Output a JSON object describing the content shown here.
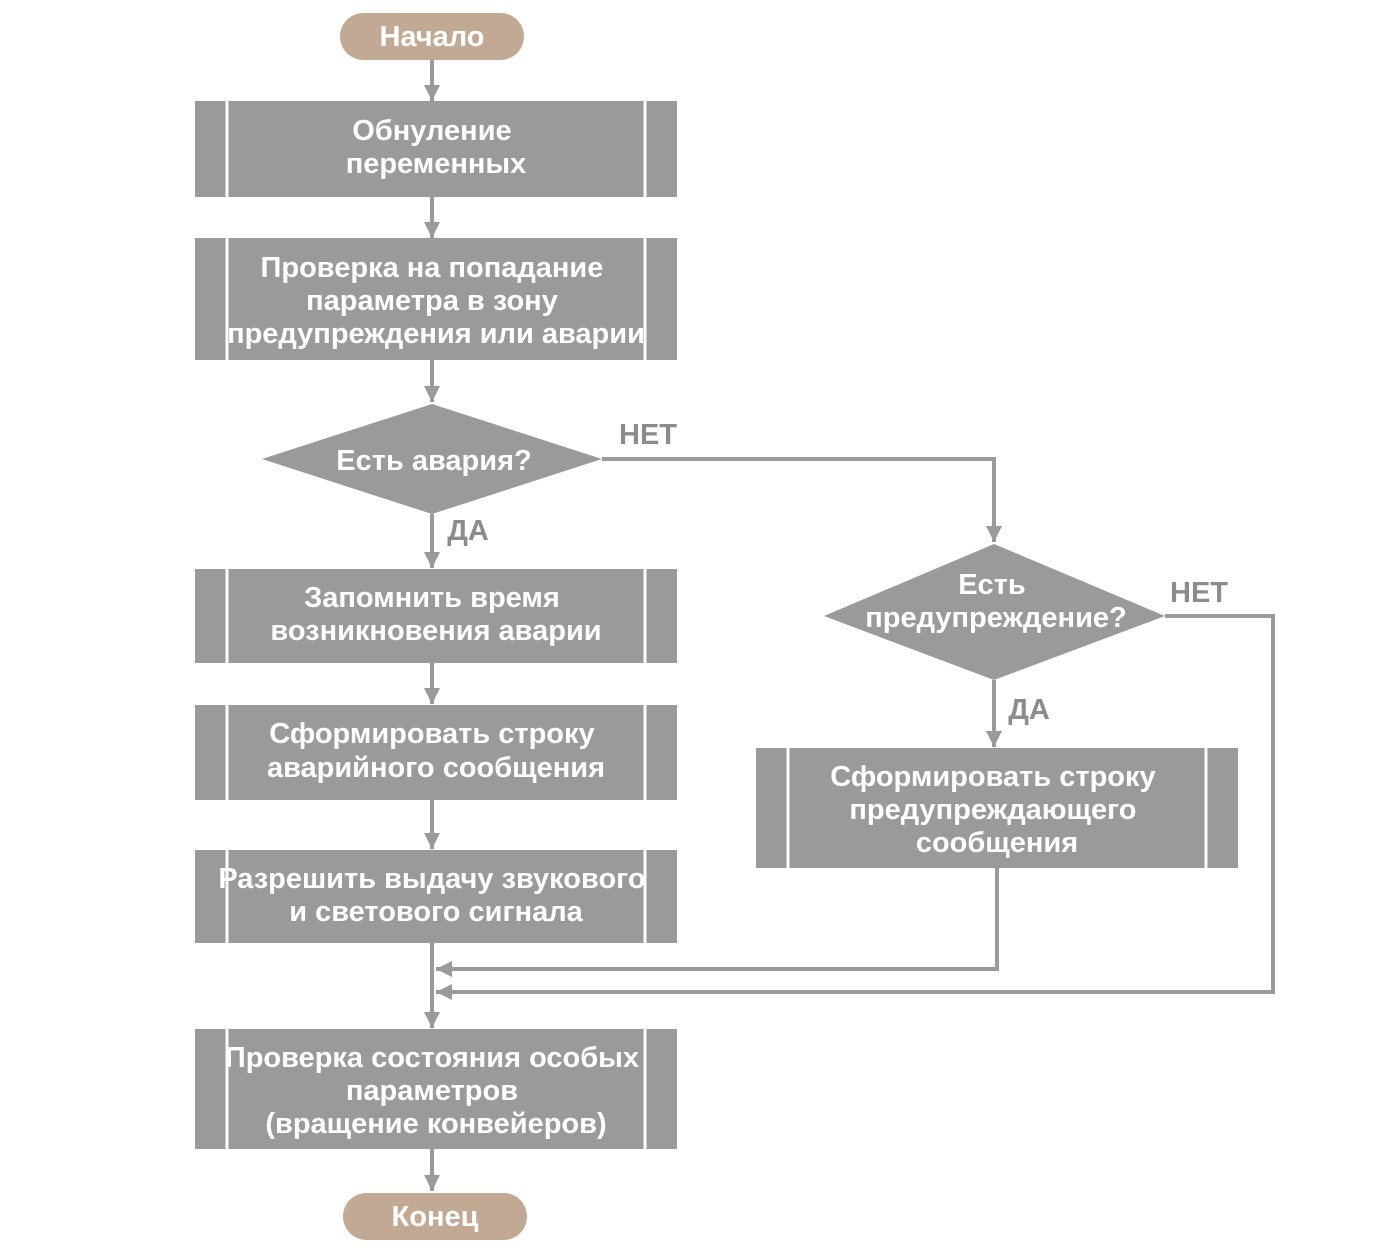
{
  "start": {
    "label": "Начало"
  },
  "end": {
    "label": "Конец"
  },
  "processes": {
    "reset": [
      "Обнуление",
      "переменных"
    ],
    "check_zone": [
      "Проверка на попадание",
      "параметра в зону",
      "предупреждения или аварии"
    ],
    "remember_time": [
      "Запомнить время",
      "возникновения аварии"
    ],
    "alarm_message": [
      "Сформировать строку",
      "аварийного сообщения"
    ],
    "enable_signal": [
      "Разрешить выдачу звукового",
      "и светового сигнала"
    ],
    "warning_message": [
      "Сформировать строку",
      "предупреждающего",
      "сообщения"
    ],
    "check_special": [
      "Проверка состояния особых",
      "параметров",
      "(вращение конвейеров)"
    ]
  },
  "decisions": {
    "alarm": {
      "lines": [
        "Есть авария?"
      ],
      "yes_label": "ДА",
      "no_label": "НЕТ"
    },
    "warning": {
      "lines": [
        "Есть",
        "предупреждение?"
      ],
      "yes_label": "ДА",
      "no_label": "НЕТ"
    }
  },
  "colors": {
    "terminal_fill": "#c2a994",
    "block_fill": "#9a9a9a",
    "line": "#9a9a9a",
    "text_on_block": "#ffffff",
    "label_text": "#8c8c8c"
  }
}
